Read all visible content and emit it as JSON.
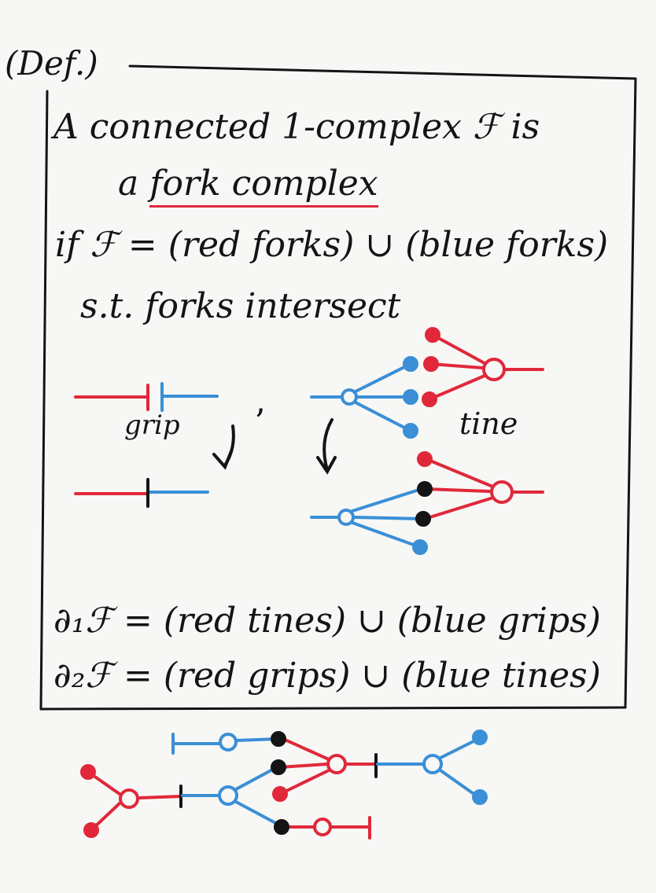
{
  "heading": "(Def.)",
  "definition": {
    "line1": "A connected 1-complex ℱ is",
    "line2_prefix": "a ",
    "line2_term": "fork complex",
    "line3": "if ℱ = (red forks) ∪ (blue forks)",
    "line4": "s.t. forks intersect"
  },
  "labels": {
    "grip": "grip",
    "tine": "tine",
    "separator": "ʼ"
  },
  "boundaries": {
    "b1": "∂₁ℱ = (red tines) ∪ (blue grips)",
    "b2": "∂₂ℱ = (red grips) ∪ (blue tines)"
  },
  "colors": {
    "red": "#e0283a",
    "blue": "#3a8fd6",
    "ink": "#141414"
  }
}
